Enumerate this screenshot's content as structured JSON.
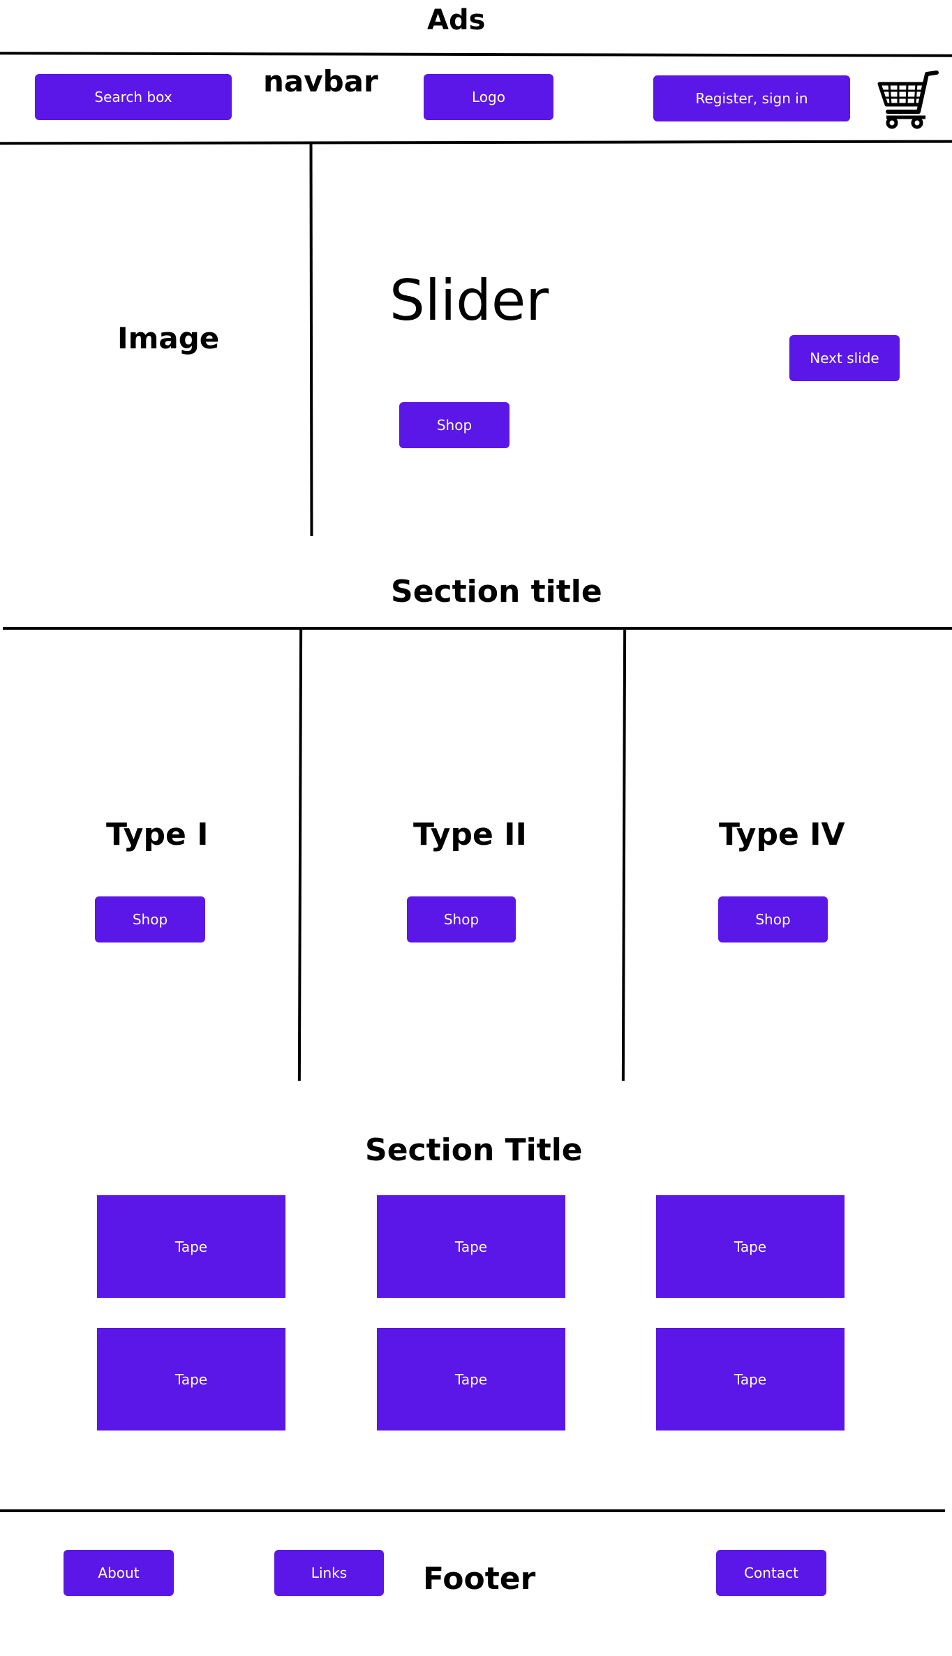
{
  "ads": {
    "label": "Ads"
  },
  "navbar": {
    "label": "navbar",
    "search_label": "Search box",
    "logo_label": "Logo",
    "register_label": "Register, sign in",
    "cart_icon": "shopping-cart-icon"
  },
  "hero": {
    "image_label": "Image",
    "slider_label": "Slider",
    "shop_label": "Shop",
    "next_slide_label": "Next slide"
  },
  "section1": {
    "title": "Section title",
    "types": [
      {
        "label": "Type I",
        "shop_label": "Shop"
      },
      {
        "label": "Type II",
        "shop_label": "Shop"
      },
      {
        "label": "Type IV",
        "shop_label": "Shop"
      }
    ]
  },
  "section2": {
    "title": "Section Title",
    "tiles": [
      "Tape",
      "Tape",
      "Tape",
      "Tape",
      "Tape",
      "Tape"
    ]
  },
  "footer": {
    "label": "Footer",
    "about_label": "About",
    "links_label": "Links",
    "contact_label": "Contact"
  },
  "colors": {
    "accent": "#5b16e8",
    "line": "#000000",
    "background": "#ffffff"
  }
}
